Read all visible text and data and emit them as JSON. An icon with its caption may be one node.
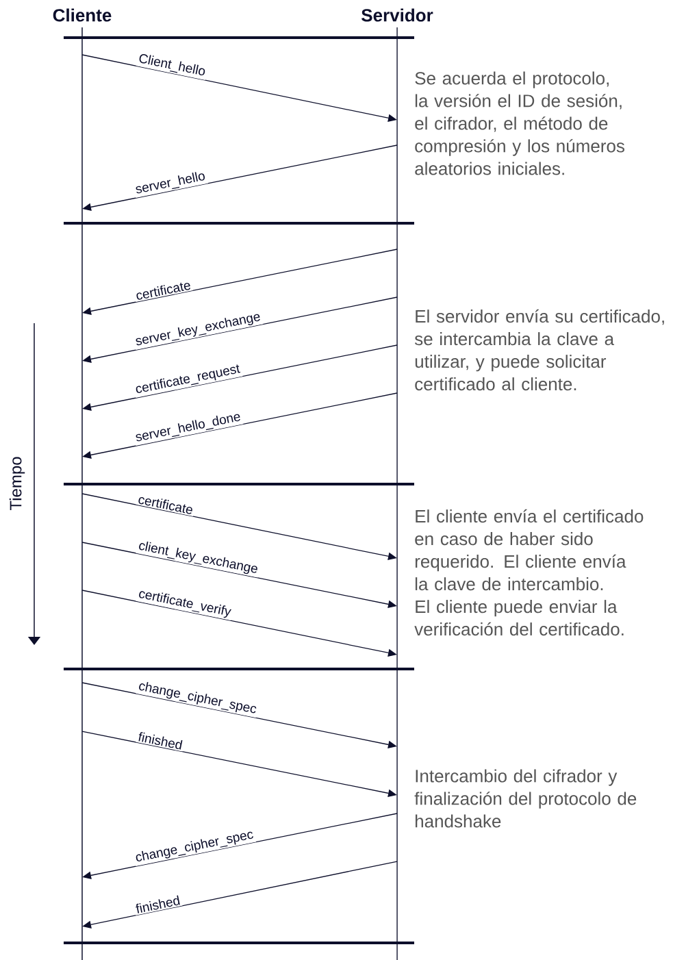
{
  "diagram": {
    "nodes": [
      {
        "text": [
          "Cliente"
        ]
      },
      {
        "text": [
          "Servidor"
        ]
      }
    ],
    "edges": [
      {
        "from": 0,
        "to": 1,
        "arrow": "to",
        "label": "Client_hello"
      },
      {
        "from": 1,
        "to": 0,
        "arrow": "to",
        "label": "server_hello"
      },
      {
        "from": 1,
        "to": 0,
        "arrow": "to",
        "label": "certificate"
      },
      {
        "from": 1,
        "to": 0,
        "arrow": "to",
        "label": "server_key_exchange"
      },
      {
        "from": 1,
        "to": 0,
        "arrow": "to",
        "label": "certificate_request"
      },
      {
        "from": 1,
        "to": 0,
        "arrow": "to",
        "label": "server_hello_done"
      },
      {
        "from": 0,
        "to": 1,
        "arrow": "to",
        "label": "certificate"
      },
      {
        "from": 0,
        "to": 1,
        "arrow": "to",
        "label": "client_key_exchange"
      },
      {
        "from": 0,
        "to": 1,
        "arrow": "to",
        "label": "certificate_verify"
      },
      {
        "from": 0,
        "to": 1,
        "arrow": "to",
        "label": "change_cipher_spec"
      },
      {
        "from": 0,
        "to": 1,
        "arrow": "to",
        "label": "finished"
      },
      {
        "from": 1,
        "to": 0,
        "arrow": "to",
        "label": "change_cipher_spec"
      },
      {
        "from": 1,
        "to": 0,
        "arrow": "to",
        "label": "finished"
      }
    ],
    "labels": [
      "Se acuerda el protocolo, la versión el ID de sesión, el cifrador, el método de compresión y los números aleatorios iniciales.",
      "El servidor envía su certificado, se intercambia la clave a utilizar, y puede solicitar certificado al cliente.",
      "Tiempo",
      "El cliente envía el certificado en caso de haber sido requerido. El cliente envía la clave de intercambio. El cliente puede enviar la verificación del certificado.",
      "Intercambio del cifrador y finalización del protocolo de handshake"
    ]
  }
}
